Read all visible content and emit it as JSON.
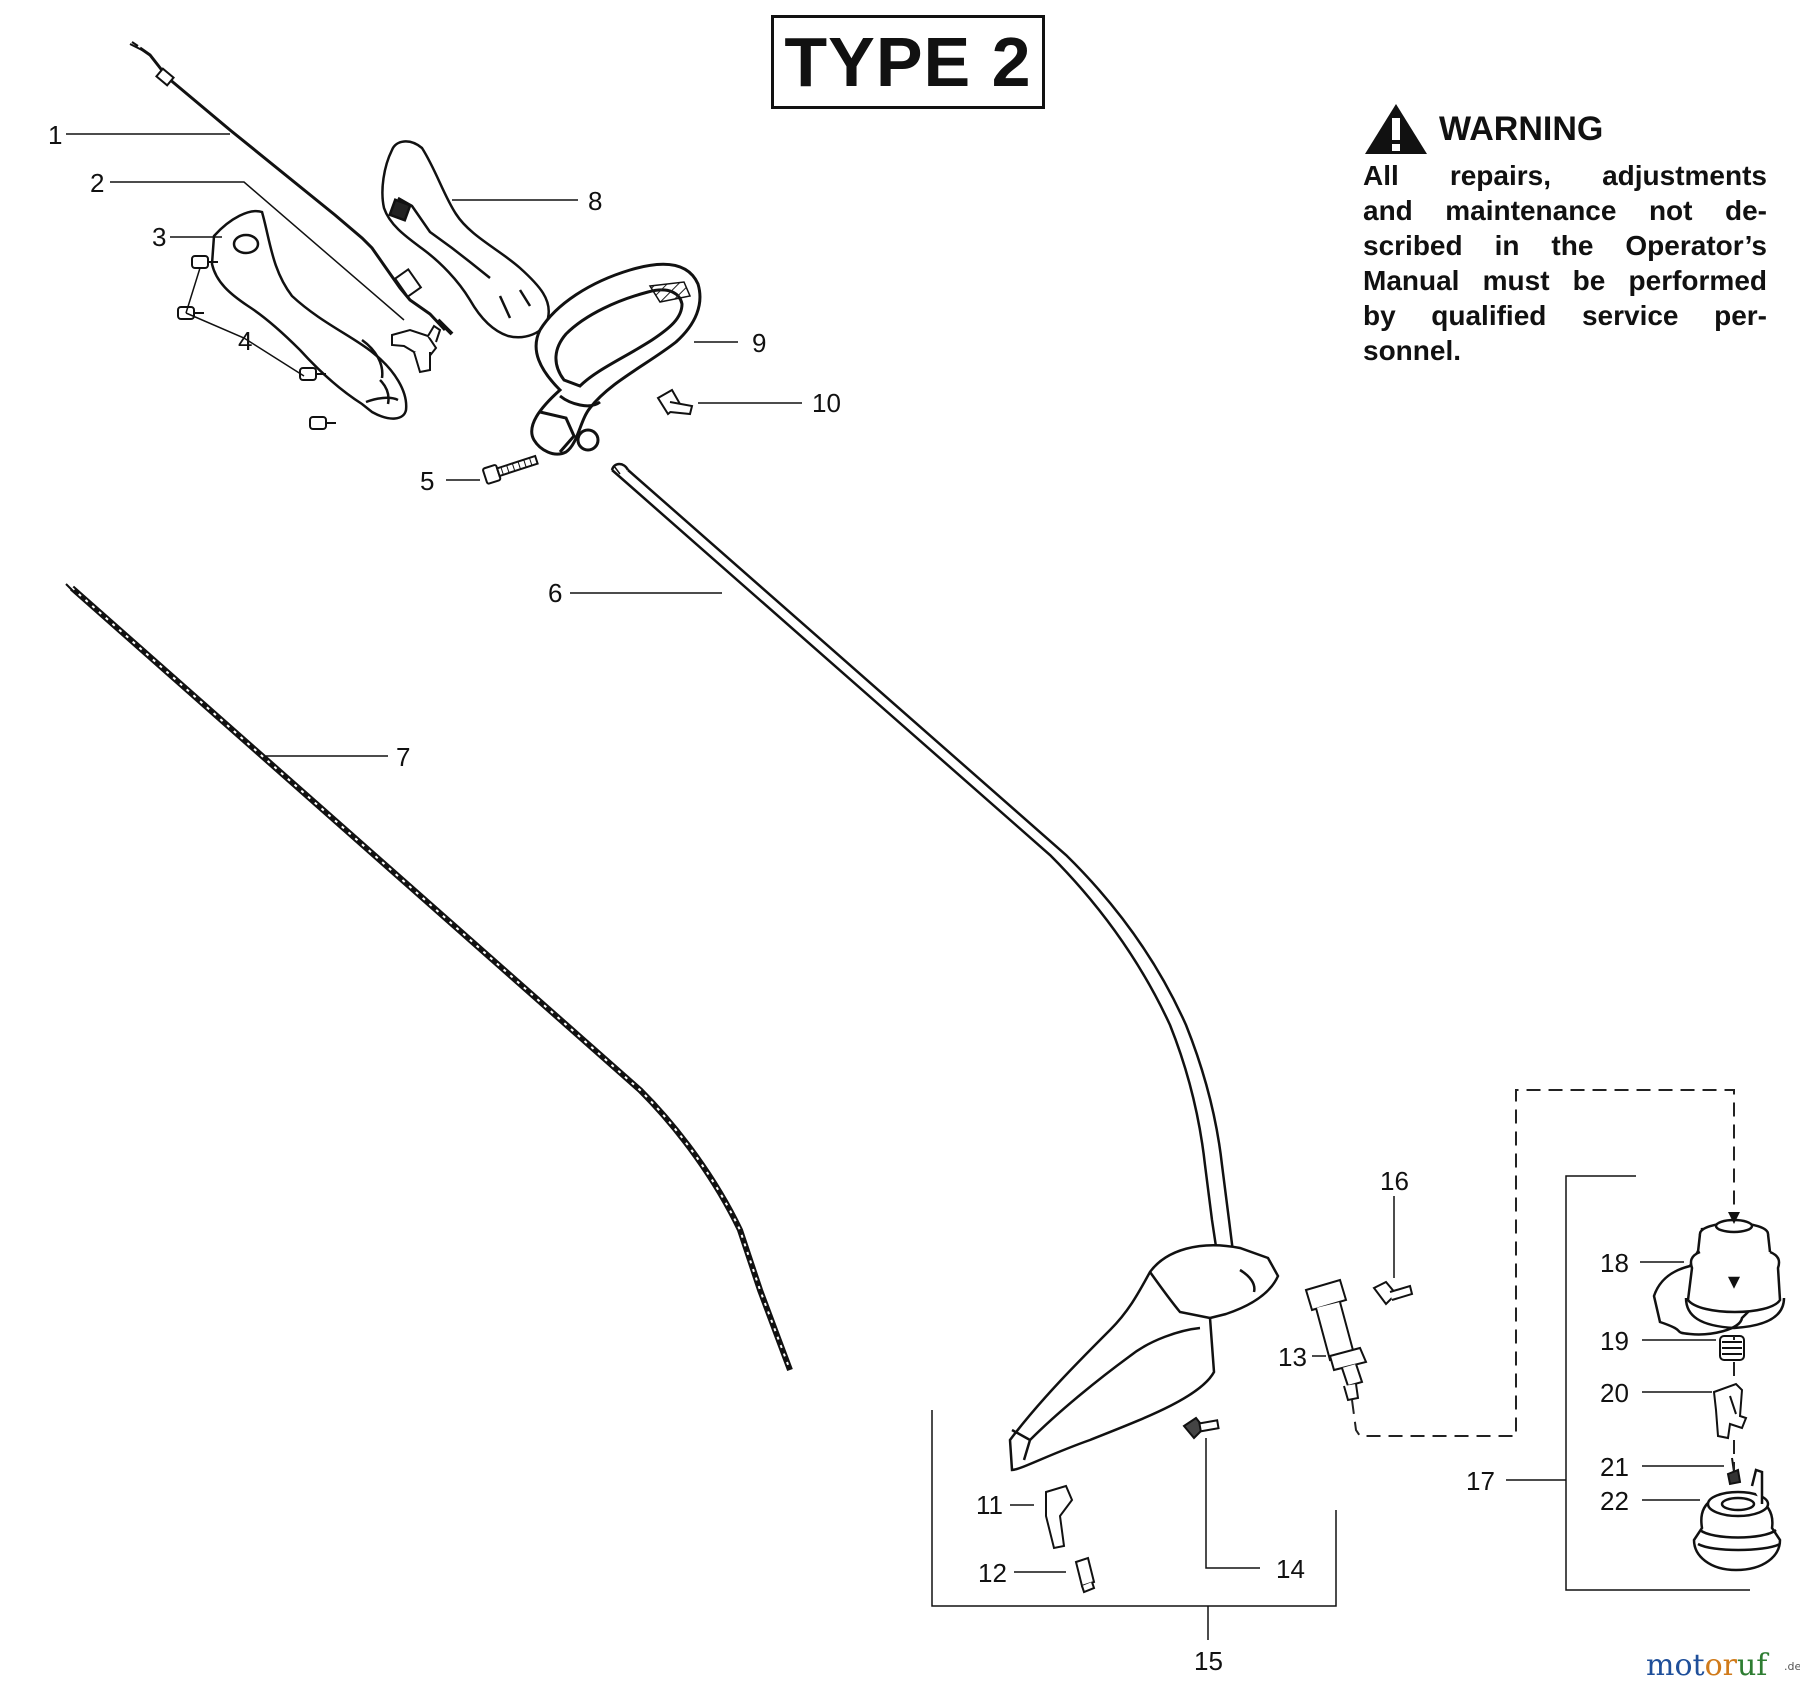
{
  "title": "TYPE 2",
  "warning": {
    "heading": "WARNING",
    "lines": [
      "All repairs, adjustments",
      "and maintenance not de-",
      "scribed in the Operator’s",
      "Manual must be performed",
      "by qualified service per-",
      "sonnel."
    ]
  },
  "callouts": [
    "1",
    "2",
    "3",
    "4",
    "5",
    "6",
    "7",
    "8",
    "9",
    "10",
    "11",
    "12",
    "13",
    "14",
    "15",
    "16",
    "17",
    "18",
    "19",
    "20",
    "21",
    "22"
  ],
  "brand": {
    "part1": "mot",
    "part2": "or",
    "part3": "uf",
    "tld": ".de"
  }
}
